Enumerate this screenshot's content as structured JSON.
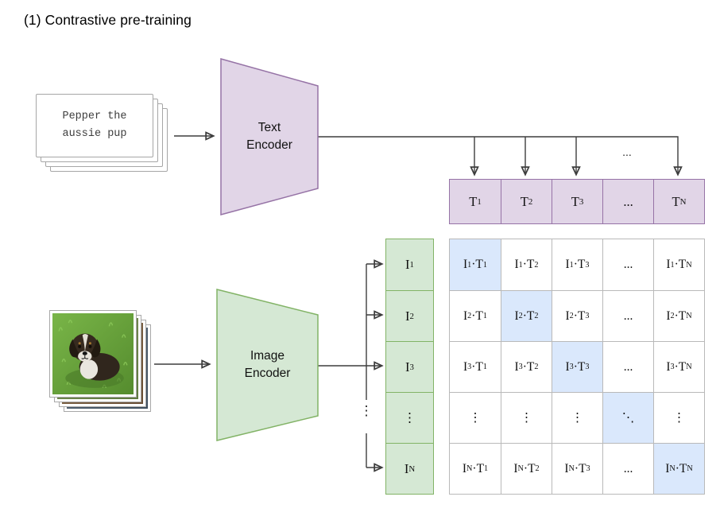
{
  "title": "(1) Contrastive pre-training",
  "text_input": {
    "caption": "Pepper the\naussie pup"
  },
  "text_encoder": {
    "label": "Text\nEncoder"
  },
  "image_encoder": {
    "label": "Image\nEncoder"
  },
  "dots": {
    "horizontal": "...",
    "vertical": "⋮"
  },
  "text_embeddings": [
    "T_1",
    "T_2",
    "T_3",
    "...",
    "T_N"
  ],
  "image_embeddings": [
    "I_1",
    "I_2",
    "I_3",
    "⋮",
    "I_N"
  ],
  "matrix": {
    "rows": [
      [
        "I_1·T_1",
        "I_1·T_2",
        "I_1·T_3",
        "...",
        "I_1·T_N"
      ],
      [
        "I_2·T_1",
        "I_2·T_2",
        "I_2·T_3",
        "...",
        "I_2·T_N"
      ],
      [
        "I_3·T_1",
        "I_3·T_2",
        "I_3·T_3",
        "...",
        "I_3·T_N"
      ],
      [
        "⋮",
        "⋮",
        "⋮",
        "⋱",
        "⋮"
      ],
      [
        "I_N·T_1",
        "I_N·T_2",
        "I_N·T_3",
        "...",
        "I_N·T_N"
      ]
    ],
    "diagonal_highlight": [
      [
        0,
        0
      ],
      [
        1,
        1
      ],
      [
        2,
        2
      ],
      [
        3,
        3
      ],
      [
        4,
        4
      ]
    ]
  },
  "colors": {
    "purple_fill": "#e1d5e7",
    "purple_stroke": "#9673a6",
    "green_fill": "#d5e8d4",
    "green_stroke": "#82b366",
    "highlight_fill": "#dae8fc",
    "grid_stroke": "#b9b9b9",
    "arrow_stroke": "#3d3d3d"
  }
}
